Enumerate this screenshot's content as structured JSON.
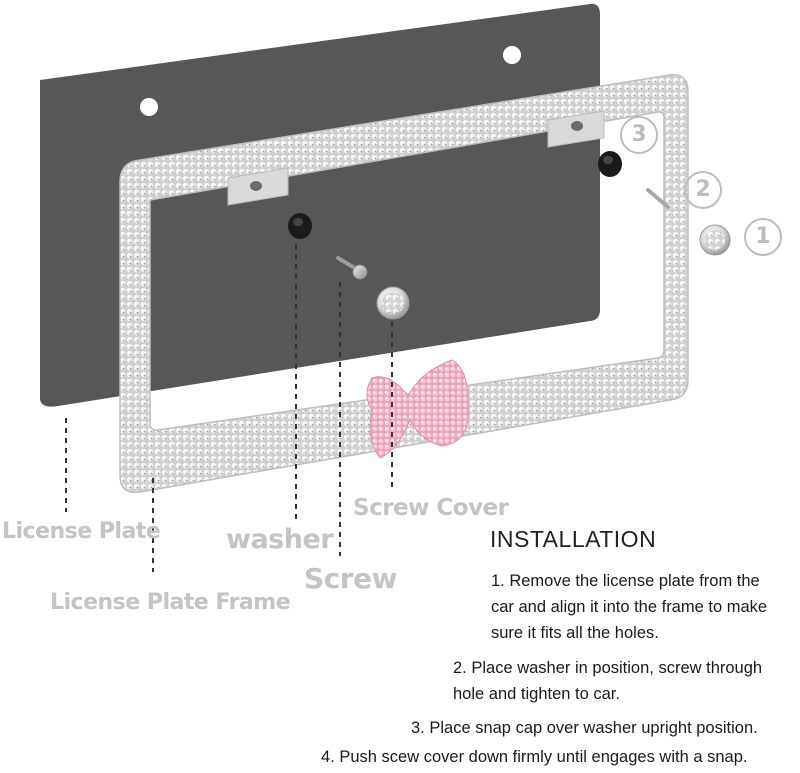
{
  "labels": {
    "license_plate": "License Plate",
    "license_plate_frame": "License Plate Frame",
    "washer": "washer",
    "screw": "Screw",
    "screw_cover": "Screw Cover"
  },
  "step_markers": [
    "3",
    "2",
    "1"
  ],
  "installation": {
    "title": "INSTALLATION",
    "steps": [
      {
        "line1": "1. Remove the license plate from the",
        "line2": "car and align it into the frame to make",
        "line3": "sure it fits all the holes."
      },
      {
        "line1": "2. Place washer in position, screw through",
        "line2": "hole and tighten to car."
      },
      {
        "line1": "3. Place snap cap over washer upright position."
      },
      {
        "line1": "4. Push scew cover down firmly until engages with a snap."
      }
    ]
  },
  "colors": {
    "plate": "#575757",
    "frame": "#d4d4d4",
    "bow": "#f2b6c6",
    "label_gray": "#c4c4c4",
    "text": "#1a1a1a"
  }
}
